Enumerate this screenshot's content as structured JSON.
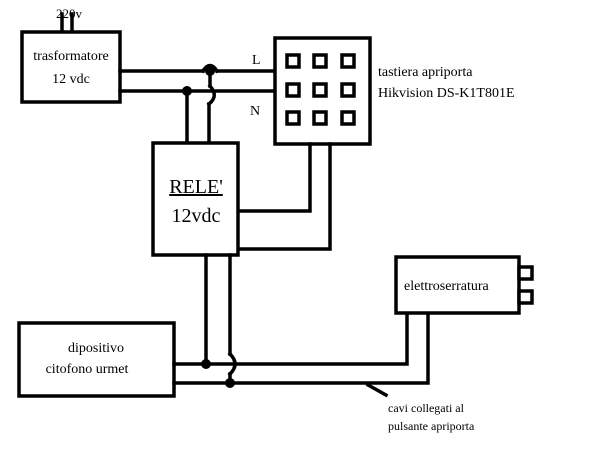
{
  "supply": {
    "voltage": "220v"
  },
  "transformer": {
    "line1": "trasformatore",
    "line2": "12 vdc"
  },
  "wires": {
    "l_label": "L",
    "n_label": "N"
  },
  "keypad": {
    "line1": "tastiera apriporta",
    "line2": "Hikvision DS-K1T801E"
  },
  "relay": {
    "line1": "RELE'",
    "line2": "12vdc"
  },
  "lock": {
    "label": "elettroserratura"
  },
  "intercom": {
    "line1": "dipositivo",
    "line2": "citofono urmet"
  },
  "note": {
    "line1": "cavi collegati al",
    "line2": "pulsante apriporta"
  }
}
